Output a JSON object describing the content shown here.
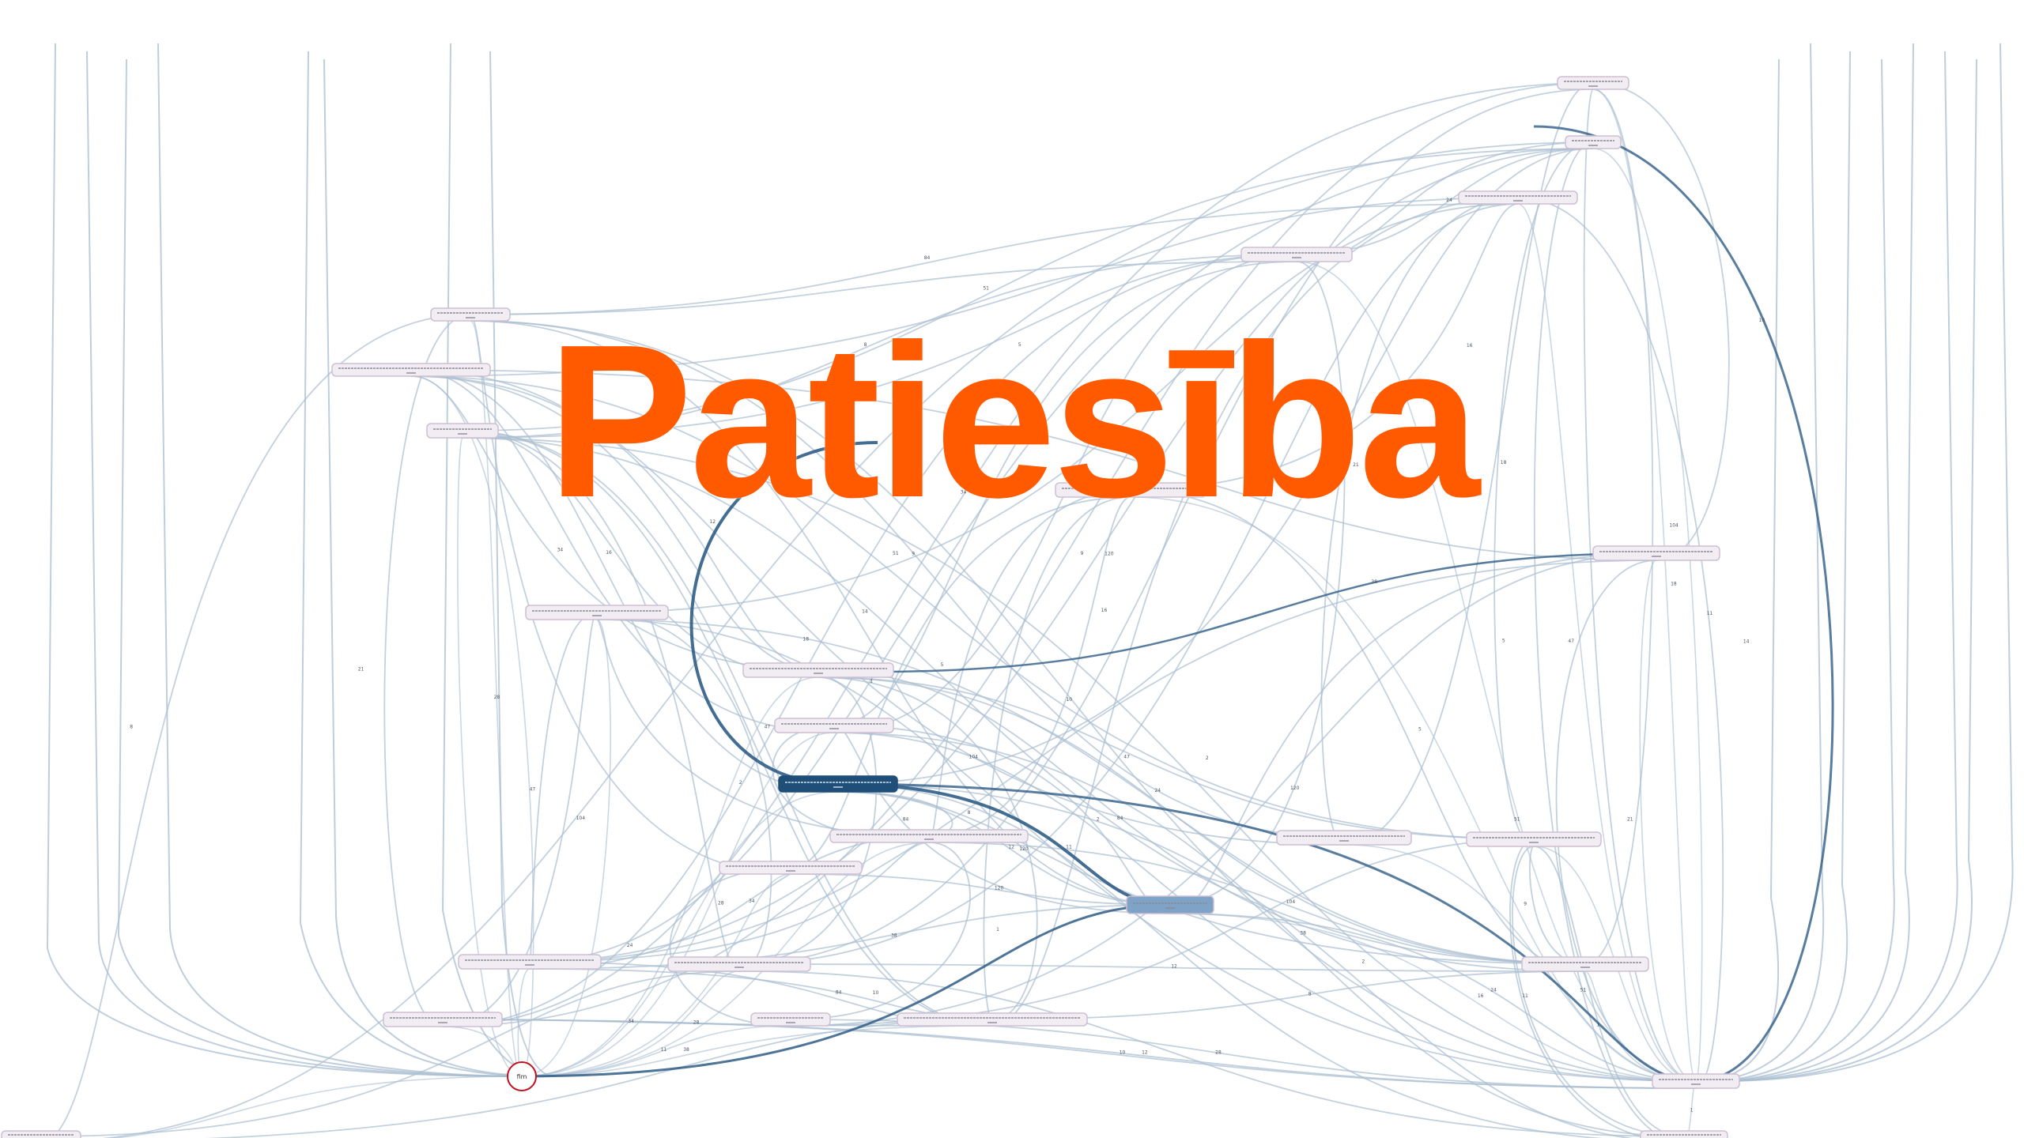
{
  "headline": "Patiesība",
  "colors": {
    "headline": "#FF5A00",
    "edge": "#A9BDD0",
    "edge_strong": "#2F5D86",
    "node_fill": "#F2EDF3",
    "node_stroke": "#CDBFD3",
    "node_dark": "#1F4E79",
    "node_mid": "#7FA3C6",
    "terminal": "#C1121F"
  },
  "terminal_label": "fim",
  "edge_labels": [
    "104",
    "18",
    "51",
    "9",
    "21",
    "24",
    "120",
    "11",
    "84",
    "16",
    "47",
    "34",
    "38",
    "10",
    "14",
    "28",
    "12",
    "8",
    "5",
    "2",
    "1"
  ]
}
